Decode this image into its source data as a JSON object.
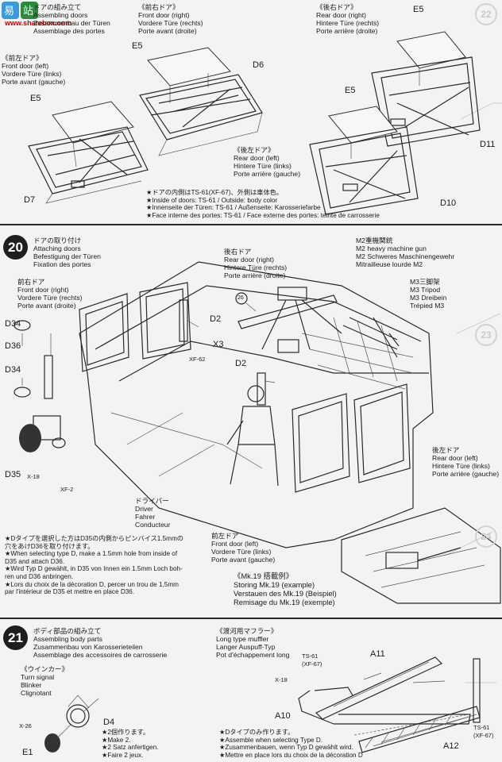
{
  "watermark": {
    "url": "www.sharebox.com",
    "brand": "易站"
  },
  "badges": [
    "22",
    "23",
    "24"
  ],
  "step19": {
    "title_jp": "ドアの組み立て",
    "title_en": "Assembling doors",
    "title_de": "Zusammenbau der Türen",
    "title_fr": "Assemblage des portes",
    "front_right": {
      "jp": "《前右ドア》",
      "en": "Front door (right)",
      "de": "Vordere Türe (rechts)",
      "fr": "Porte avant (droite)"
    },
    "rear_right": {
      "jp": "《後右ドア》",
      "en": "Rear door (right)",
      "de": "Hintere Türe (rechts)",
      "fr": "Porte arrière (droite)"
    },
    "front_left": {
      "jp": "《前左ドア》",
      "en": "Front door (left)",
      "de": "Vordere Türe (links)",
      "fr": "Porte avant (gauche)"
    },
    "rear_left": {
      "jp": "《後左ドア》",
      "en": "Rear door (left)",
      "de": "Hintere Türe (links)",
      "fr": "Porte arrière (gauche)"
    },
    "parts": {
      "e5": "E5",
      "d6": "D6",
      "d7": "D7",
      "d10": "D10",
      "d11": "D11"
    },
    "notes": [
      "★ドアの内側はTS-61(XF-67)、外側は車体色。",
      "★Inside of doors: TS-61 / Outside: body color",
      "★Innenseite der Türen: TS-61 / Außenseite: Karosseriefarbe",
      "★Face interne des portes: TS-61 / Face externe des portes: teinte de carrosserie"
    ]
  },
  "step20": {
    "number": "20",
    "title_jp": "ドアの取り付け",
    "title_en": "Attaching doors",
    "title_de": "Befestigung der Türen",
    "title_fr": "Fixation des portes",
    "front_right": {
      "jp": "前右ドア",
      "en": "Front door (right)",
      "de": "Vordere Türe (rechts)",
      "fr": "Porte avant (droite)"
    },
    "rear_right": {
      "jp": "後右ドア",
      "en": "Rear door (right)",
      "de": "Hintere Türe (rechts)",
      "fr": "Porte arrière (droite)"
    },
    "mg": {
      "jp": "M2重機関銃",
      "en": "M2 heavy machine gun",
      "de": "M2 Schweres Maschinengewehr",
      "fr": "Mitrailleuse lourde M2"
    },
    "tripod": {
      "jp": "M3三脚架",
      "en": "M3 Tripod",
      "de": "M3 Dreibein",
      "fr": "Trépied M3"
    },
    "rear_left": {
      "jp": "後左ドア",
      "en": "Rear door (left)",
      "de": "Hintere Türe (links)",
      "fr": "Porte arrière (gauche)"
    },
    "driver": {
      "jp": "ドライバー",
      "en": "Driver",
      "de": "Fahrer",
      "fr": "Conducteur"
    },
    "front_left": {
      "jp": "前左ドア",
      "en": "Front door (left)",
      "de": "Vordere Türe (links)",
      "fr": "Porte avant (gauche)"
    },
    "mk19": {
      "jp": "《Mk.19 搭載例》",
      "en": "Storing Mk.19 (example)",
      "de": "Verstauen des Mk.19 (Beispiel)",
      "fr": "Remisage du Mk.19 (exemple)"
    },
    "parts": {
      "d34a": "D34",
      "d36": "D36",
      "d34b": "D34",
      "d35": "D35",
      "x18": "X-18",
      "xf2": "XF-2",
      "d2a": "D2",
      "x3": "X3",
      "xf62": "XF-62",
      "d2b": "D2",
      "c26": "26"
    },
    "notes": [
      "★Dタイプを選択した方はD35の内側からピンバイス1.5mmの",
      "穴をあけD36を取り付けます。",
      "★When selecting type D, make a 1.5mm hole from inside of",
      "D35 and attach D36.",
      "★Wird Typ D gewählt, in D35 von Innen ein 1.5mm Loch boh-",
      "ren und D36 anbringen.",
      "★Lors du choix de la décoration D, percer un trou de 1,5mm",
      "par l'intérieur de D35 et mettre en place D36."
    ]
  },
  "step21": {
    "number": "21",
    "title_jp": "ボディ部品の組み立て",
    "title_en": "Assembling body parts",
    "title_de": "Zusammenbau von Karosserieteilen",
    "title_fr": "Assemblage des accessoires de carrosserie",
    "turn": {
      "jp": "《ウインカー》",
      "en": "Turn signal",
      "de": "Blinker",
      "fr": "Clignotant"
    },
    "muffler": {
      "jp": "《渡河用マフラー》",
      "en": "Long type muffler",
      "de": "Langer Auspuff-Typ",
      "fr": "Pot d'échappement long"
    },
    "parts": {
      "x26": "X-26",
      "d4": "D4",
      "e1": "E1",
      "a11": "A11",
      "ts61a": "TS-61",
      "xf67a": "(XF-67)",
      "x18": "X-18",
      "a10": "A10",
      "a12": "A12",
      "ts61b": "TS-61",
      "xf67b": "(XF-67)"
    },
    "make2": [
      "★2個作ります。",
      "★Make 2.",
      "★2 Satz anfertigen.",
      "★Faire 2 jeux."
    ],
    "typed": [
      "★Dタイプのみ作ります。",
      "★Assemble when selecting Type D.",
      "★Zusammenbauen, wenn Typ D gewählt wird.",
      "★Mettre en place lors du choix de la décoration D"
    ]
  }
}
